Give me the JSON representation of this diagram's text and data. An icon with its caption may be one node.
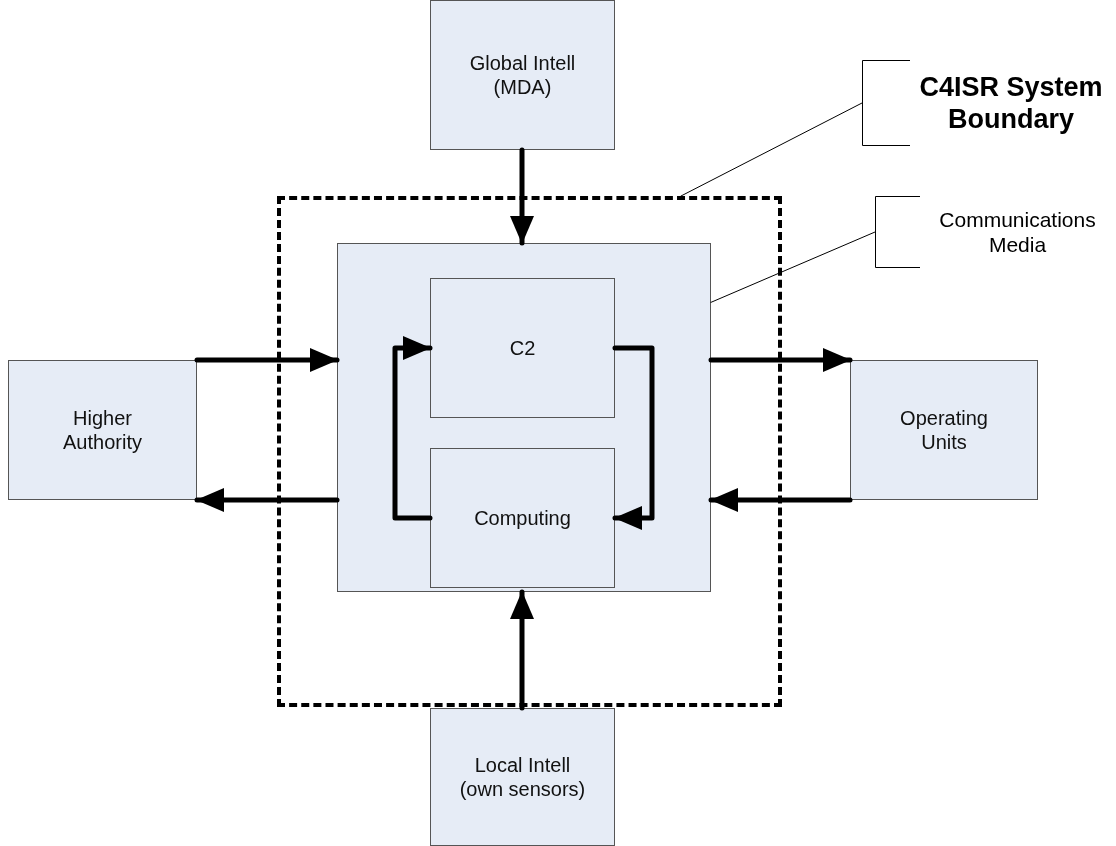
{
  "diagram": {
    "nodes": [
      {
        "text": [
          "Global Intell (MDA)"
        ]
      },
      {
        "text": [
          "C4ISR System Boundary"
        ]
      },
      {
        "text": [],
        "shape": "box"
      },
      {
        "text": [
          "Communications Media"
        ]
      },
      {
        "text": [],
        "shape": "box",
        "in": 2
      },
      {
        "text": [
          "C2"
        ],
        "in": 4
      },
      {
        "text": [
          "Computing"
        ],
        "in": 4
      },
      {
        "text": [
          "Higher Authority"
        ]
      },
      {
        "text": [
          "Operating Units"
        ]
      },
      {
        "text": [
          "Local Intell (own sensors)"
        ]
      }
    ],
    "edges": [
      {
        "from": 0,
        "to": 4,
        "arrow": "to"
      },
      {
        "from": 7,
        "to": 4,
        "arrow": "to"
      },
      {
        "from": 4,
        "to": 7,
        "arrow": "to"
      },
      {
        "from": 4,
        "to": 8,
        "arrow": "to"
      },
      {
        "from": 8,
        "to": 4,
        "arrow": "to"
      },
      {
        "from": 9,
        "to": 4,
        "arrow": "to"
      },
      {
        "from": 5,
        "to": 6,
        "arrow": "to"
      },
      {
        "from": 6,
        "to": 5,
        "arrow": "to"
      },
      {
        "from": 1,
        "to": 2,
        "arrow": "none"
      },
      {
        "from": 3,
        "to": 4,
        "arrow": "none"
      }
    ]
  }
}
